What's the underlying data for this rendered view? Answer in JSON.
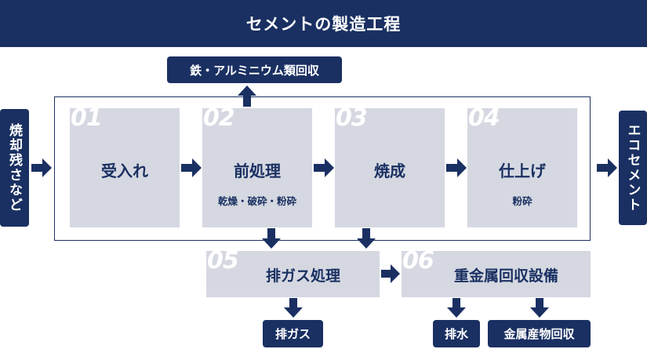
{
  "title": "セメントの製造工程",
  "input": "焼却残さなど",
  "output": "エコセメント",
  "recovered_metal": "鉄・アルミニウム類回収",
  "steps": [
    {
      "num": "01",
      "title": "受入れ",
      "sub": ""
    },
    {
      "num": "02",
      "title": "前処理",
      "sub": "乾燥・破砕・粉砕"
    },
    {
      "num": "03",
      "title": "焼成",
      "sub": ""
    },
    {
      "num": "04",
      "title": "仕上げ",
      "sub": "粉砕"
    }
  ],
  "sub_steps": [
    {
      "num": "05",
      "title": "排ガス処理"
    },
    {
      "num": "06",
      "title": "重金属回収設備"
    }
  ],
  "outputs": {
    "exhaust": "排ガス",
    "drainage": "排水",
    "metal_recovery": "金属産物回収"
  },
  "colors": {
    "navy": "#1a3062",
    "box_fill": "#d5d8e1"
  }
}
